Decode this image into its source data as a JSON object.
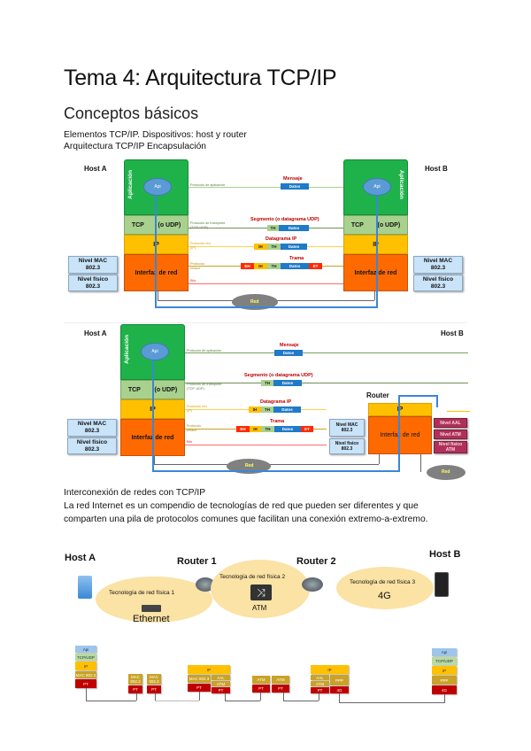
{
  "page": {
    "title": "Tema 4: Arquitectura TCP/IP",
    "subtitle": "Conceptos básicos",
    "intro_line1": "Elementos TCP/IP. Dispositivos: host y router",
    "intro_line2": "Arquitectura TCP/IP Encapsulación",
    "section2_title": "Interconexión de redes con TCP/IP",
    "section2_body_line1": "La red Internet es un compendio de tecnologías de red que pueden ser diferentes y que",
    "section2_body_line2": "comparten una pila de protocolos comunes que facilitan una conexión extremo-a-extremo."
  },
  "diagram1": {
    "host_a": "Host A",
    "host_b": "Host B",
    "layer_app": "Aplicación",
    "api": "Api",
    "layer_tcp": "TCP",
    "layer_udp": "(o UDP)",
    "layer_ip": "IP",
    "layer_net": "Interfaz de red",
    "mac_level": "Nivel MAC",
    "mac_std": "802.3",
    "phy_level": "Nivel físico",
    "phy_std": "802.3",
    "proto_app": "Protocolo de aplicación",
    "proto_transport": "Protocolo de transporte",
    "proto_transport2": "(TCP, UDP)",
    "proto_net": "Protocolo red",
    "proto_net2": "(IP)",
    "proto_link": "Protocolo",
    "proto_link2": "enlace",
    "proto_phy": "Bits",
    "msg_title": "Mensaje",
    "seg_title": "Segmento (o datagrama UDP)",
    "dgram_title": "Datagrama IP",
    "frame_title": "Trama",
    "th": "TH",
    "ih": "IH",
    "eh": "EH",
    "et": "ET",
    "datos": "Datos",
    "red": "Red"
  },
  "diagram2": {
    "host_a": "Host A",
    "host_b": "Host B",
    "router": "Router",
    "layer_app": "Aplicación",
    "api": "Api",
    "layer_tcp": "TCP",
    "layer_udp": "(o UDP)",
    "layer_ip": "IP",
    "layer_net": "Interfaz de red",
    "mac_level": "Nivel MAC",
    "mac_std": "802.3",
    "phy_level": "Nivel físico",
    "phy_std": "802.3",
    "atm1": "Nivel AAL",
    "atm2": "Nivel ATM",
    "atm3": "Nivel físico ATM",
    "proto_app": "Protocolo de aplicación",
    "proto_transport": "Protocolo de transporte",
    "proto_transport2": "(TCP, UDP)",
    "proto_net": "Protocolo red",
    "proto_net2": "(IP)",
    "proto_link": "Protocolo",
    "proto_link2": "enlace",
    "proto_phy": "Bits",
    "msg_title": "Mensaje",
    "seg_title": "Segmento (o datagrama UDP)",
    "dgram_title": "Datagrama IP",
    "frame_title": "Trama",
    "th": "TH",
    "ih": "IH",
    "eh": "EH",
    "et": "ET",
    "datos": "Datos",
    "red": "Red"
  },
  "diagram3": {
    "host_a": "Host A",
    "host_b": "Host B",
    "router1": "Router 1",
    "router2": "Router 2",
    "cloud1": "Tecnología de red física 1",
    "cloud2": "Tecnología de red física 2",
    "cloud3": "Tecnología de red física 3",
    "tech1": "Ethernet",
    "tech2": "ATM",
    "tech3": "4G",
    "stack_a": [
      "Api",
      "TCP/UDP",
      "IP",
      "MAC 802.3",
      "PT"
    ],
    "r1_left": [
      "MAC 802.3",
      "PT"
    ],
    "r1_right": [
      "MAC 802.3",
      "PT"
    ],
    "r1b_ip": "IP",
    "r1b_left": [
      "MAC 802.3",
      "PT"
    ],
    "r1b_right": [
      "AAL",
      "ATM",
      "PT"
    ],
    "atm_left": [
      "ATM",
      "PT"
    ],
    "atm_right": [
      "ATM",
      "PT"
    ],
    "r2_ip": "IP",
    "r2_left": [
      "AAL",
      "ATM",
      "PT"
    ],
    "r2_right": [
      "PPP",
      "4G"
    ],
    "stack_b": [
      "Api",
      "TCP/UDP",
      "IP",
      "PPP",
      "4G"
    ]
  }
}
